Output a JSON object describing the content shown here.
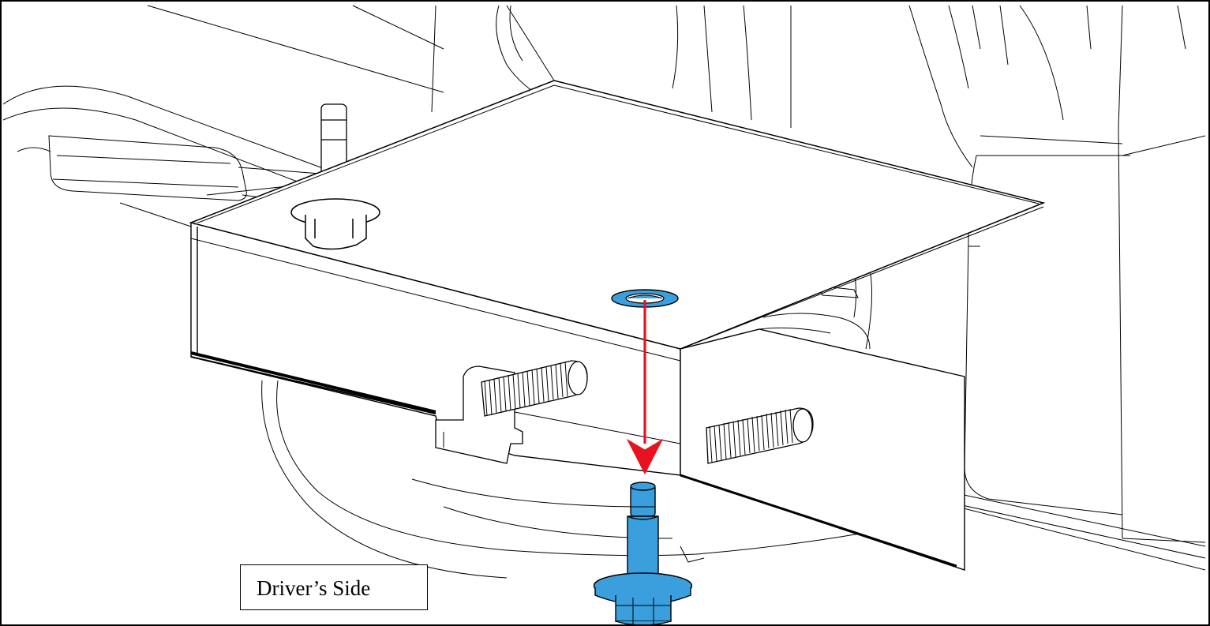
{
  "figure": {
    "label": "Driver’s Side"
  },
  "colors": {
    "line": "#000000",
    "background": "#ffffff",
    "fastener": "#3a9fdc",
    "arrow": "#e8131e"
  },
  "icons": {
    "arrow": "red-down-arrow",
    "bolt": "flange-bolt",
    "washer": "washer-ring"
  }
}
